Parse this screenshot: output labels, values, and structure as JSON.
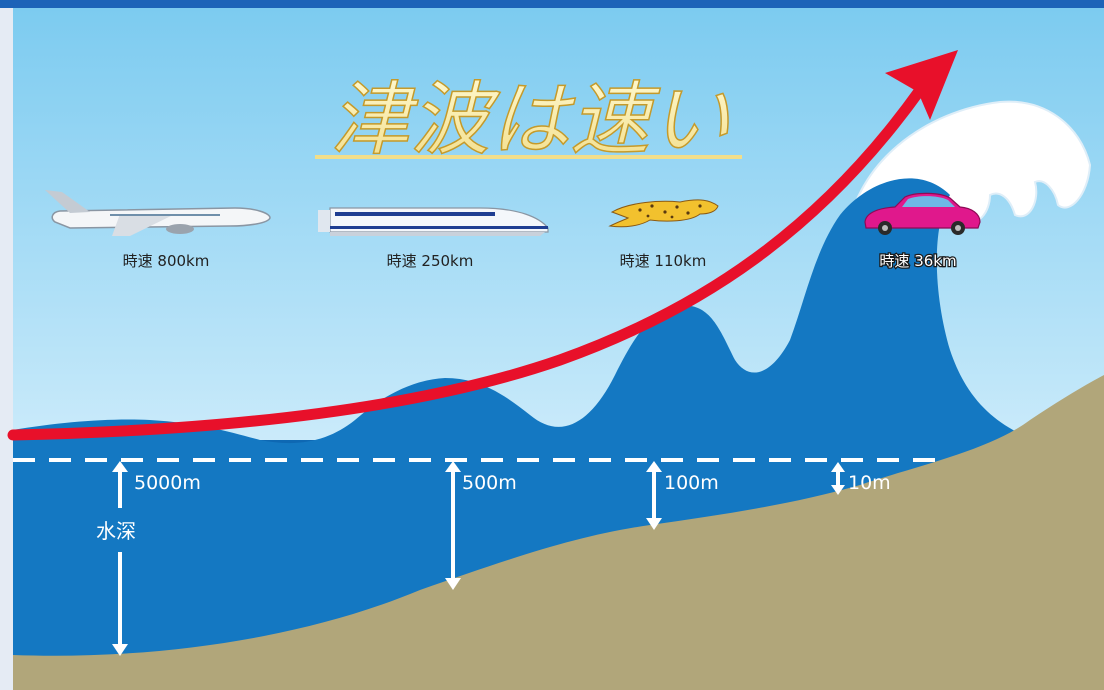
{
  "title": "津波は速い",
  "speeds": {
    "plane": "時速 800km",
    "train": "時速 250km",
    "cheetah": "時速 110km",
    "car": "時速 36km"
  },
  "depths": {
    "d5000": "5000m",
    "d500": "500m",
    "d100": "100m",
    "d10": "10m",
    "label": "水深"
  },
  "colors": {
    "sky_top": "#7ccbf0",
    "sea_deep": "#0a5ea8",
    "wave": "#1478c2",
    "seabed": "#b1a67a",
    "arrow": "#e8102a",
    "title_fill": "#fff3b0",
    "car": "#e0188c",
    "cheetah": "#f2c12e"
  }
}
